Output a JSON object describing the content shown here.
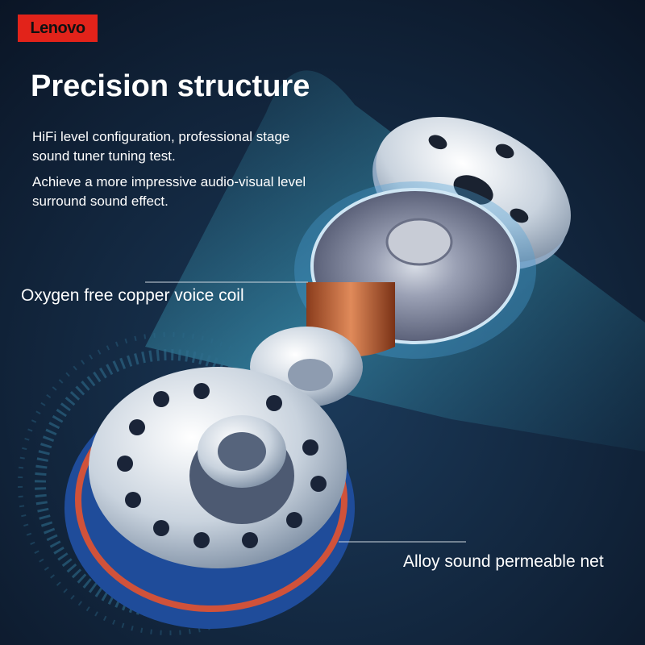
{
  "brand": {
    "logo": "Lenovo",
    "color": "#e2231a"
  },
  "title": "Precision structure",
  "descriptions": [
    "HiFi level configuration, professional stage sound tuner tuning test.",
    "Achieve a more impressive audio-visual level surround sound effect."
  ],
  "callouts": [
    "Oxygen free copper voice coil",
    "Alloy sound permeable net"
  ]
}
